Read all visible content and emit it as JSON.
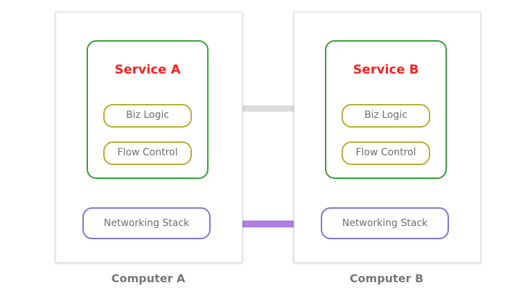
{
  "computers": [
    {
      "label": "Computer A",
      "service": {
        "title": "Service A",
        "modules": [
          "Biz Logic",
          "Flow Control"
        ]
      },
      "network": "Networking Stack"
    },
    {
      "label": "Computer B",
      "service": {
        "title": "Service B",
        "modules": [
          "Biz Logic",
          "Flow Control"
        ]
      },
      "network": "Networking Stack"
    }
  ],
  "colors": {
    "service_border": "#2ea02e",
    "service_title": "#ff1f1f",
    "module_border": "#b3ad2e",
    "network_border": "#7b74d2",
    "logical_link": "#dcdcdc",
    "physical_link": "#b07fe0"
  }
}
